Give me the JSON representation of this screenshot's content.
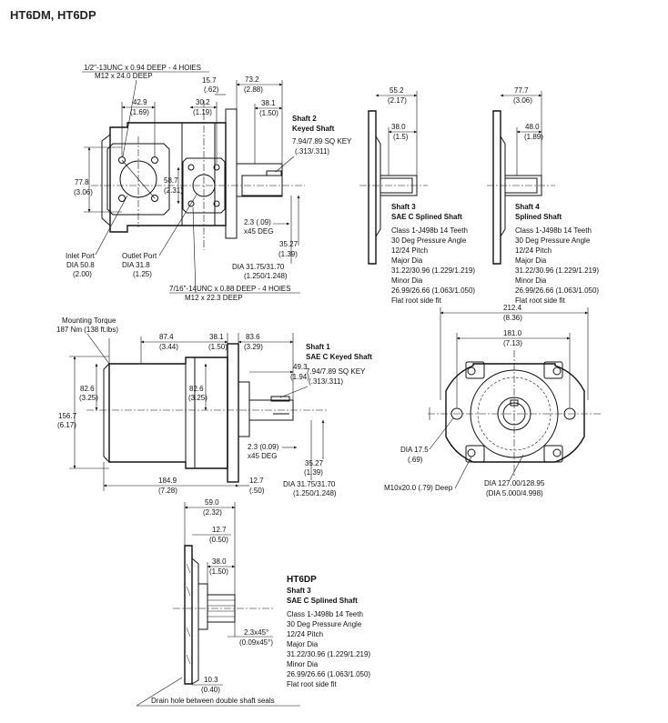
{
  "title": "HT6DM, HT6DP",
  "top_view": {
    "tap_note_line1": "1/2\"-13UNC x 0.94 DEEP - 4 HOlES",
    "tap_note_line2": "M12 x 24.0 DEEP",
    "d_42_9": "42.9",
    "d_42_9_in": "(1.69)",
    "d_30_2": "30.2",
    "d_30_2_in": "(1.19)",
    "d_15_7": "15.7",
    "d_15_7_in": "(.62)",
    "d_73_2": "73.2",
    "d_73_2_in": "(2.88)",
    "d_38_1": "38.1",
    "d_38_1_in": "(1.50)",
    "d_77_8": "77.8",
    "d_77_8_in": "(3.06)",
    "d_58_7": "58.7",
    "d_58_7_in": "(2.31)",
    "inlet_line1": "Inlet Port",
    "inlet_line2": "DIA 50.8",
    "inlet_line3": "(2.00)",
    "outlet_line1": "Outlet Port",
    "outlet_line2": "DIA 31.8",
    "outlet_line3": "(1.25)",
    "tap2_line1": "7/16\"-14UNC x 0.88 DEEP - 4 HOlES",
    "tap2_line2": "M12 x 22.3 DEEP",
    "shaft2_title1": "Shaft 2",
    "shaft2_title2": "Keyed Shaft",
    "shaft2_key1": "7.94/7.89 SQ KEY",
    "shaft2_key2": "(.313/.311)",
    "chamfer1": "2.3 (.09)",
    "chamfer2": "x45 DEG",
    "d_35_27": "35.27",
    "d_35_27_in": "(1.39)",
    "dia1": "DIA 31.75/31.70",
    "dia2": "(1.250/1.248)"
  },
  "shaft3": {
    "d_55_2": "55.2",
    "d_55_2_in": "(2.17)",
    "d_38_0": "38.0",
    "d_38_0_in": "(1.5)",
    "title1": "Shaft 3",
    "title2": "SAE C Splined Shaft",
    "spec": [
      "Class 1-J498b 14 Teeth",
      "30 Deg Pressure Angle",
      "12/24 Pitch",
      "Major Dia",
      "31.22/30.96 (1.229/1.219)",
      "Minor Dia",
      "26.99/26.66 (1.063/1.050)",
      "Flat root side fit"
    ]
  },
  "shaft4": {
    "d_77_7": "77.7",
    "d_77_7_in": "(3.06)",
    "d_48_0": "48.0",
    "d_48_0_in": "(1.89)",
    "title1": "Shaft 4",
    "title2": "Splined Shaft",
    "spec": [
      "Class 1-J498b 14 Teeth",
      "30 Deg Pressure Angle",
      "12/24 Pitch",
      "Major Dia",
      "31.22/30.96 (1.229/1.219)",
      "Minor Dia",
      "26.99/26.66 (1.063/1.050)",
      "Flat root side fit"
    ]
  },
  "side_view": {
    "torque1": "Mounting Torque",
    "torque2": "187 Nm (138 ft.lbs)",
    "d_87_4": "87.4",
    "d_87_4_in": "(3.44)",
    "d_38_1": "38.1",
    "d_38_1_in": "(1.50)",
    "d_83_6": "83.6",
    "d_83_6_in": "(3.29)",
    "d_82_6a": "82.6",
    "d_82_6a_in": "(3.25)",
    "d_82_6b": "82.6",
    "d_82_6b_in": "(3.25)",
    "d_156_7": "156.7",
    "d_156_7_in": "(6.17)",
    "shaft1_title1": "Shaft 1",
    "shaft1_title2": "SAE C Keyed Shaft",
    "d_49_3": "49.3",
    "d_49_3_in": "(1.94)",
    "key1": "7.94/7.89 SQ KEY",
    "key2": "(.313/.311)",
    "chamfer1": "2.3 (0.09)",
    "chamfer2": "x45 DEG",
    "d_35_27": "35.27",
    "d_35_27_in": "(1.39)",
    "d_184_9": "184.9",
    "d_184_9_in": "(7.28)",
    "d_12_7": "12.7",
    "d_12_7_in": "(.50)",
    "dia1": "DIA 31.75/31.70",
    "dia2": "(1.250/1.248)"
  },
  "front_view": {
    "d_212_4": "212.4",
    "d_212_4_in": "(8.36)",
    "d_181_0": "181.0",
    "d_181_0_in": "(7.13)",
    "dia17_1": "DIA 17.5",
    "dia17_2": "(.69)",
    "thread": "M10x20.0 (.79) Deep",
    "pilot1": "DIA 127.00/128.95",
    "pilot2": "(DIA 5.000/4.998)"
  },
  "ht6dp": {
    "d_59_0": "59.0",
    "d_59_0_in": "(2.32)",
    "d_12_7": "12.7",
    "d_12_7_in": "(0.50)",
    "d_38_0": "38.0",
    "d_38_0_in": "(1.50)",
    "chamfer1": "2.3x45°",
    "chamfer2": "(0.09x45°)",
    "d_10_3": "10.3",
    "d_10_3_in": "(0.40)",
    "drain": "Drain hole between double shaft seals",
    "title": "HT6DP",
    "sub1": "Shaft 3",
    "sub2": "SAE C Splined Shaft",
    "spec": [
      "Class 1-J498b 14 Teeth",
      "30 Deg Pressure Angle",
      "12/24 Pitch",
      "Major Dia",
      "31.22/30.96 (1.229/1.219)",
      "Minor Dia",
      "26.99/26.66 (1.063/1.050)",
      "Flat root side fit"
    ]
  }
}
